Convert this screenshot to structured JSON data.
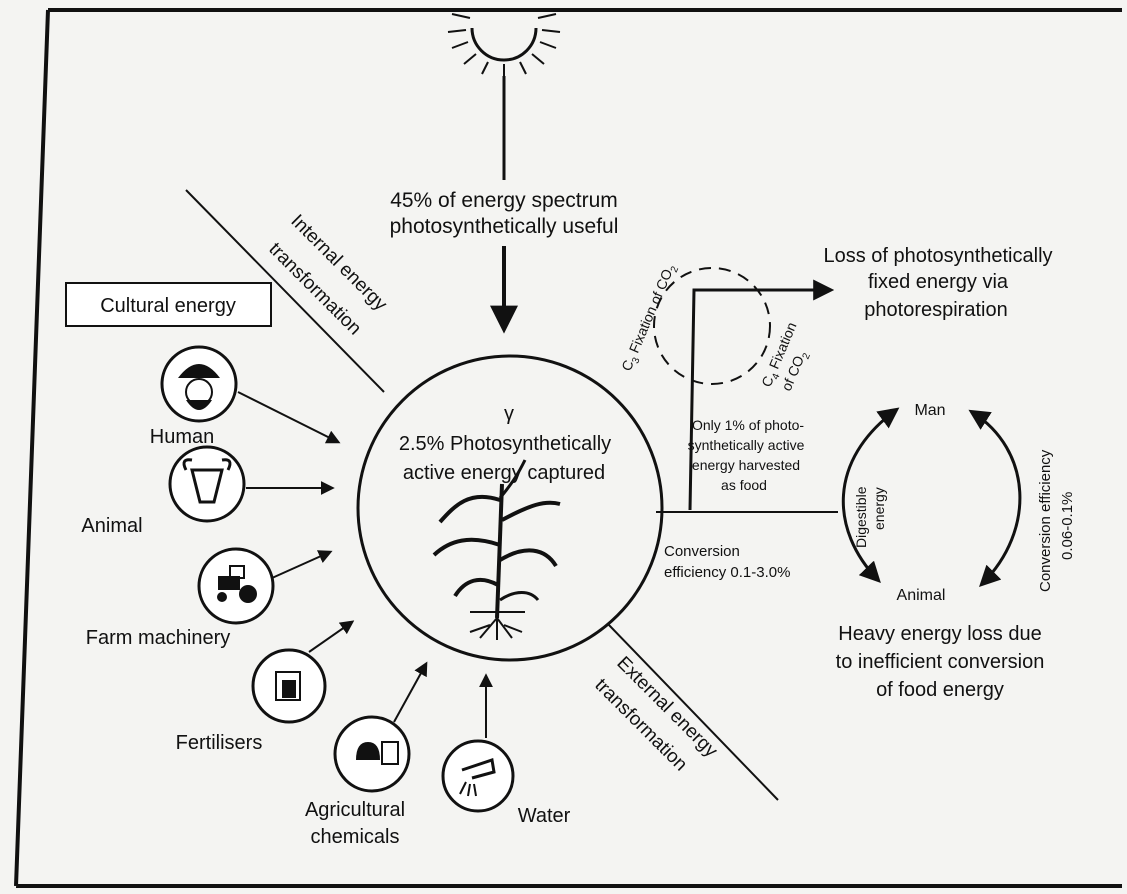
{
  "sun": {
    "text_line1": "45% of energy spectrum",
    "text_line2": "photosynthetically useful"
  },
  "internal": {
    "line1": "Internal energy",
    "line2": "transformation"
  },
  "external": {
    "line1": "External energy",
    "line2": "transformation"
  },
  "cultural_energy": "Cultural energy",
  "inputs": {
    "human": "Human",
    "animal": "Animal",
    "farm_machinery": "Farm machinery",
    "fertilisers": "Fertilisers",
    "agri_line1": "Agricultural",
    "agri_line2": "chemicals",
    "water": "Water"
  },
  "center": {
    "symbol": "γ",
    "line1": "2.5% Photosynthetically",
    "line2": "active energy captured"
  },
  "photoresp": {
    "c3_main": "C",
    "c3_sub": "3",
    "c3_rest": " Fixation of CO",
    "c3_sub2": "2",
    "c4_line1_main": "C",
    "c4_line1_sub": "4",
    "c4_line1_rest": " Fixation",
    "c4_line2_main": "of CO",
    "c4_line2_sub": "2",
    "loss_line1": "Loss of photosynthetically",
    "loss_line2": "fixed energy via",
    "loss_line3": "photorespiration"
  },
  "harvest": {
    "line1": "Only 1% of photo-",
    "line2": "synthetically active",
    "line3": "energy harvested",
    "line4": "as food"
  },
  "conversion": {
    "line1": "Conversion",
    "line2": "efficiency 0.1-3.0%"
  },
  "cycle": {
    "man": "Man",
    "animal": "Animal",
    "digestible_line1": "Digestible",
    "digestible_line2": "energy",
    "conv_line1": "Conversion efficiency",
    "conv_line2": "0.06-0.1%"
  },
  "heavy_loss": {
    "line1": "Heavy energy loss due",
    "line2": "to inefficient conversion",
    "line3": "of food energy"
  },
  "icons": [
    "sun-icon",
    "human-icon",
    "cow-icon",
    "tractor-icon",
    "fertiliser-bag-icon",
    "chemical-sprayer-icon",
    "water-tap-icon",
    "maize-plant-icon"
  ]
}
